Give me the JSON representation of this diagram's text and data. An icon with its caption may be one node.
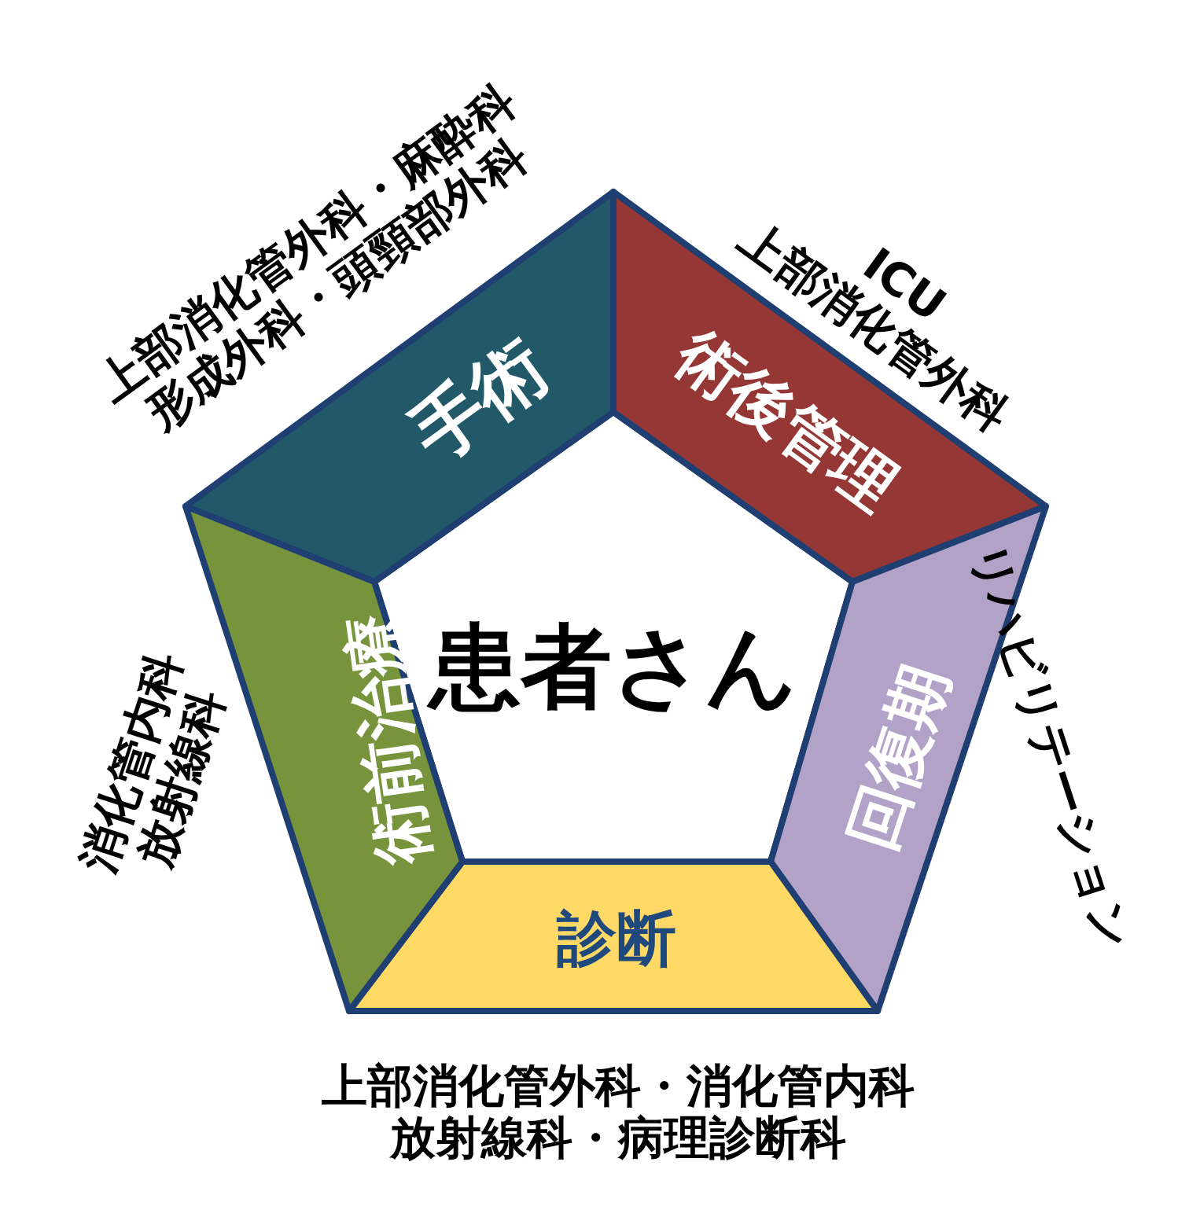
{
  "diagram": {
    "nodes": [
      {
        "text": [
          "患者さん"
        ]
      },
      {
        "text": [
          "手術"
        ],
        "beside": [
          "上部消化管外科・麻酔科",
          "形成外科・頭頸部外科"
        ]
      },
      {
        "text": [
          "術後管理"
        ],
        "beside": [
          "ICU",
          "上部消化管外科"
        ]
      },
      {
        "text": [
          "回復期"
        ],
        "beside": [
          "リハビリテーション"
        ]
      },
      {
        "text": [
          "診断"
        ],
        "beside": [
          "上部消化管外科・消化管内科",
          "放射線科・病理診断科"
        ]
      },
      {
        "text": [
          "術前治療"
        ],
        "beside": [
          "消化管内科",
          "放射線科"
        ]
      }
    ],
    "edges": []
  }
}
